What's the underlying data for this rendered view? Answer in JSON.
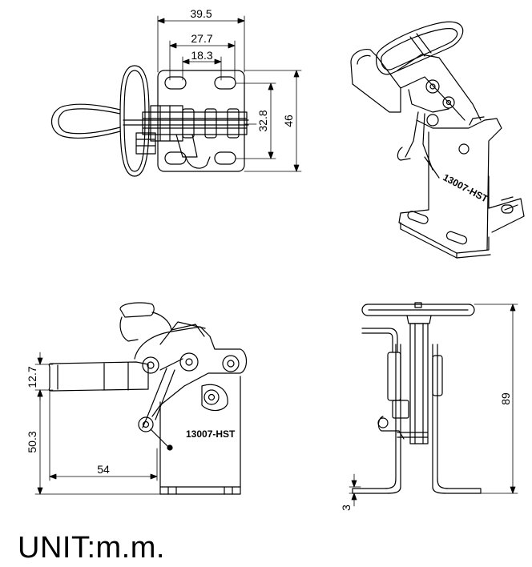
{
  "units_label": "UNIT:m.m.",
  "part_number": "13007-HST",
  "top_view_dims": {
    "overall_width": "39.5",
    "slot_spacing_outer": "27.7",
    "slot_spacing_inner": "18.3",
    "slot_vertical": "32.8",
    "overall_height": "46"
  },
  "side_view_dims": {
    "handle_height": "12.7",
    "pivot_height": "50.3",
    "reach": "54"
  },
  "end_view_dims": {
    "overall_height": "89",
    "base_thickness": "3"
  },
  "colors": {
    "line": "#000000",
    "background": "#ffffff"
  }
}
